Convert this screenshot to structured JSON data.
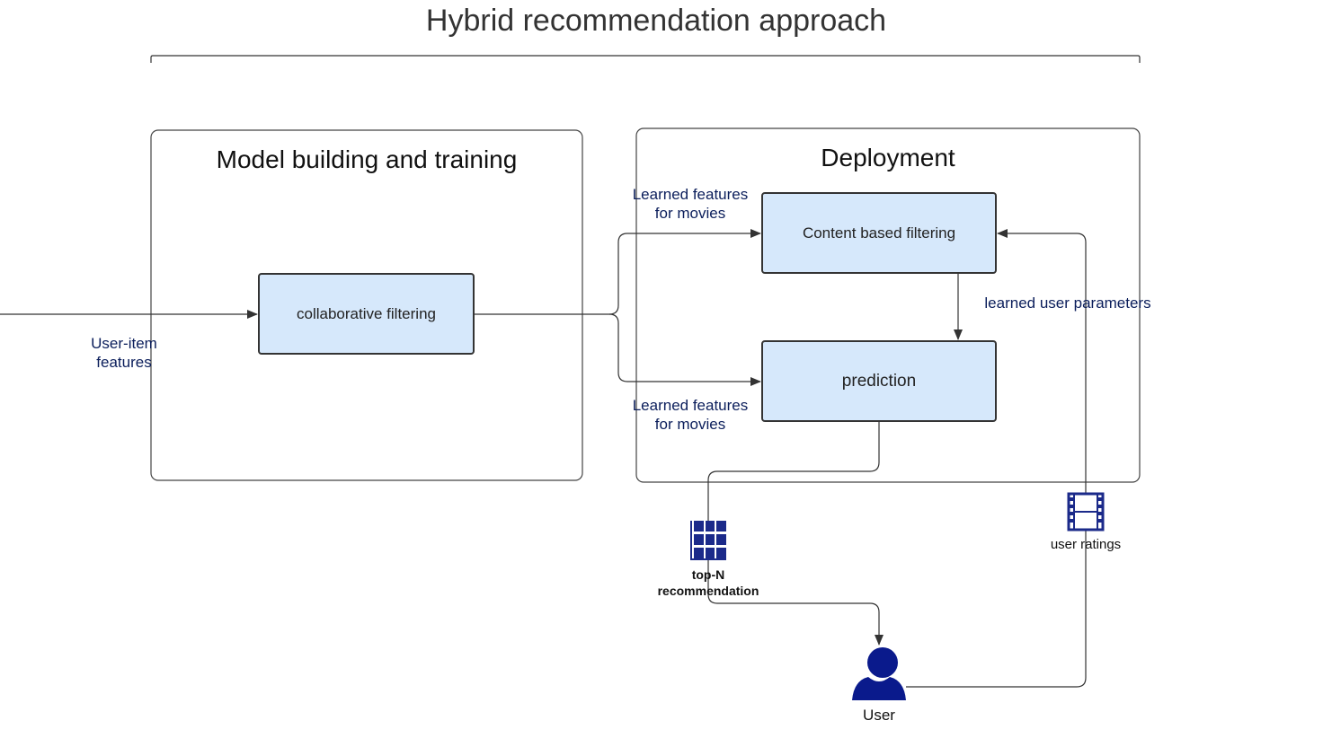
{
  "title": "Hybrid recommendation approach",
  "groups": {
    "model": "Model building and training",
    "deploy": "Deployment"
  },
  "nodes": {
    "collab": "collaborative filtering",
    "content": "Content based filtering",
    "prediction": "prediction"
  },
  "labels": {
    "user_item": "User-item features",
    "learned_top": "Learned features for movies",
    "learned_bottom": "Learned features for movies",
    "learned_user": "learned user parameters",
    "topn": "top-N recommendation",
    "user_ratings": "user ratings",
    "user": "User"
  },
  "colors": {
    "node_fill": "#d6e8fb",
    "label_text": "#0b1e5b",
    "icon": "#0a1a8c"
  },
  "icons": [
    "grid-icon",
    "film-icon",
    "user-icon"
  ]
}
